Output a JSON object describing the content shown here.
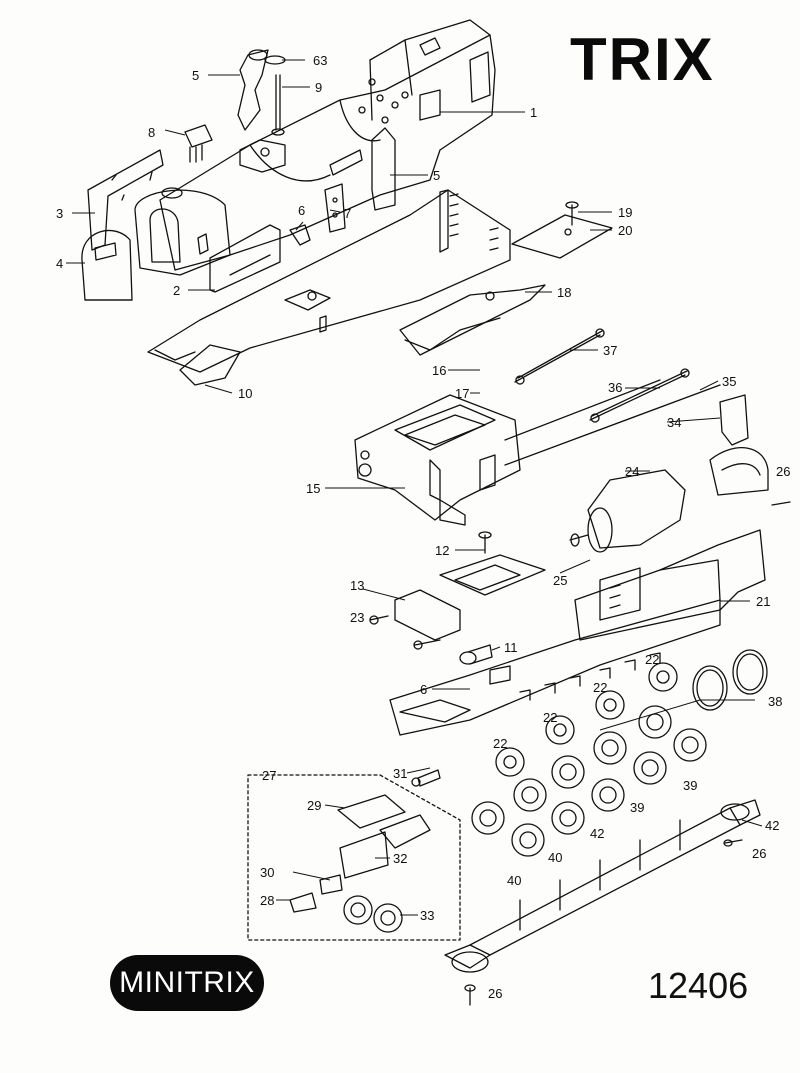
{
  "brand": "TRIX",
  "series_badge": "MINITRIX",
  "document_number": "12406",
  "callouts": [
    "63",
    "5",
    "9",
    "8",
    "1",
    "5",
    "3",
    "6",
    "7",
    "19",
    "20",
    "4",
    "2",
    "18",
    "10",
    "37",
    "16",
    "17",
    "36",
    "35",
    "34",
    "15",
    "24",
    "26",
    "12",
    "25",
    "13",
    "21",
    "23",
    "11",
    "22",
    "6",
    "22",
    "38",
    "22",
    "22",
    "39",
    "27",
    "31",
    "39",
    "29",
    "42",
    "40",
    "42",
    "32",
    "26",
    "30",
    "40",
    "28",
    "33",
    "26"
  ],
  "colors": {
    "ink": "#111111",
    "paper": "#fdfdfb",
    "badge": "#0a0a0a"
  }
}
